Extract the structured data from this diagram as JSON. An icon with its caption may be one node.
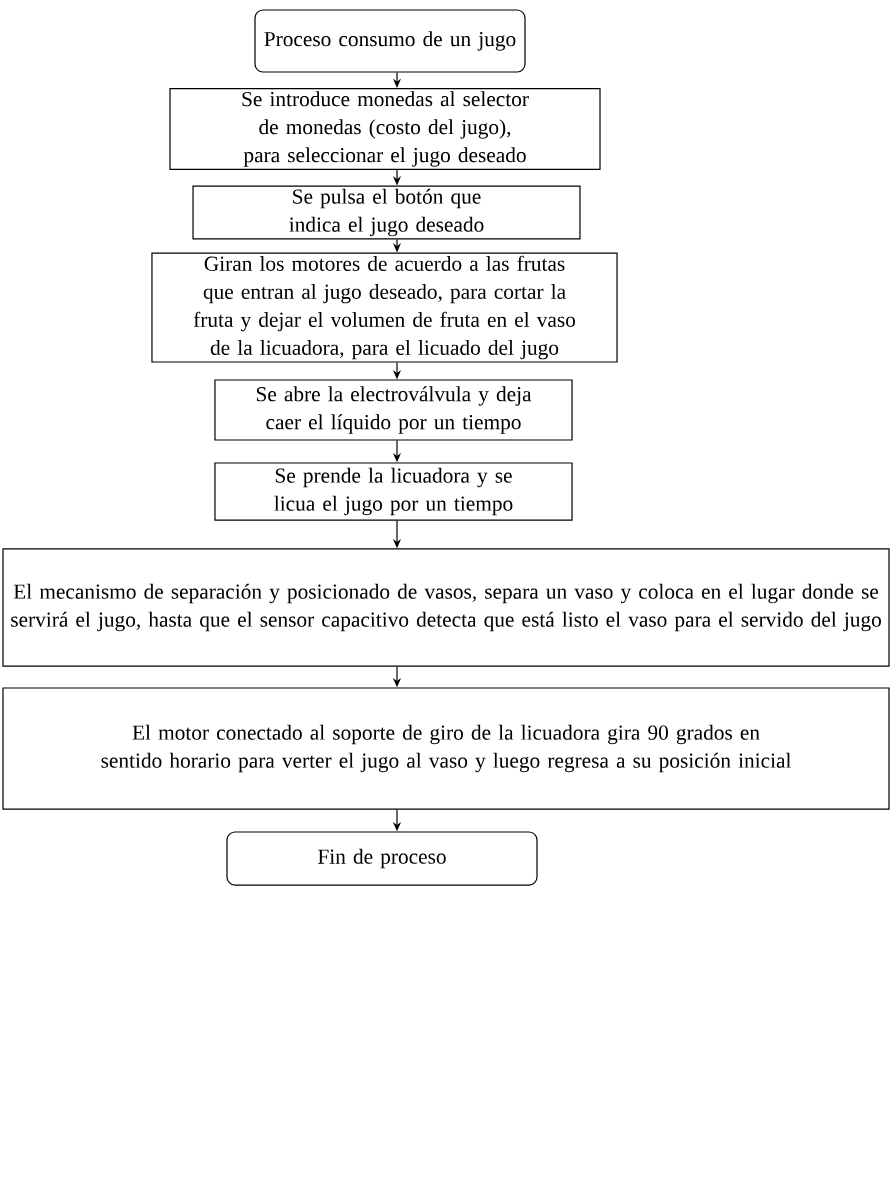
{
  "diagram": {
    "nodes": [
      {
        "text": [
          "Proceso consumo de un jugo"
        ]
      },
      {
        "text": [
          "Se introduce monedas al selector de monedas (costo del jugo), para seleccionar el jugo deseado"
        ]
      },
      {
        "text": [
          "Se pulsa el botón que indica el jugo deseado"
        ]
      },
      {
        "text": [
          "Giran los motores de acuerdo a las frutas que entran al jugo deseado, para cortar la fruta y dejar el volumen de fruta en el vaso de la licuadora, para el licuado del jugo"
        ]
      },
      {
        "text": [
          "Se abre la electroválvula y deja caer el líquido por un tiempo"
        ]
      },
      {
        "text": [
          "Se prende la licuadora y se licua el jugo por un tiempo"
        ]
      },
      {
        "text": [
          "El mecanismo de separación y posicionado de vasos, separa un vaso y coloca en el lugar donde se servirá el jugo, hasta que el sensor capacitivo detecta que está listo el vaso para el servido del jugo"
        ]
      },
      {
        "text": [
          "El motor conectado al soporte de giro de la licuadora gira 90 grados en sentido horario para verter el jugo al vaso y luego regresa a su posición inicial"
        ]
      },
      {
        "text": [
          "Fin de proceso"
        ]
      }
    ],
    "edges": [
      {
        "from": 0,
        "to": 1,
        "arrow": "to"
      },
      {
        "from": 1,
        "to": 2,
        "arrow": "to"
      },
      {
        "from": 2,
        "to": 3,
        "arrow": "to"
      },
      {
        "from": 3,
        "to": 4,
        "arrow": "to"
      },
      {
        "from": 4,
        "to": 5,
        "arrow": "to"
      },
      {
        "from": 5,
        "to": 6,
        "arrow": "to"
      },
      {
        "from": 6,
        "to": 7,
        "arrow": "to"
      },
      {
        "from": 7,
        "to": 8,
        "arrow": "to"
      }
    ]
  }
}
